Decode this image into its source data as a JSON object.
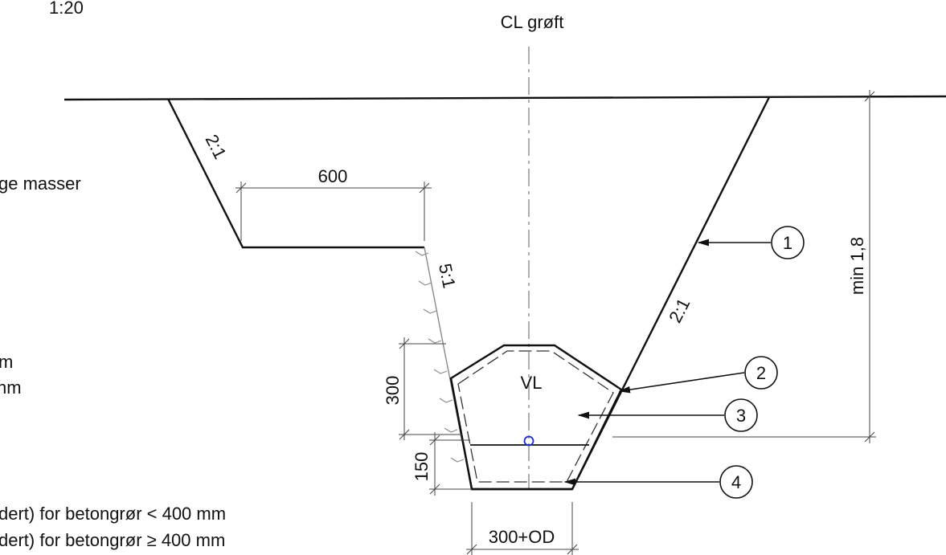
{
  "scale": "1:20",
  "centerline_label": "CL grøft",
  "slopes": {
    "left_upper": "2:1",
    "left_lower": "5:1",
    "right": "2:1"
  },
  "dimensions": {
    "bench_width": "600",
    "bed_height": "300",
    "bottom_layer": "150",
    "trench_bottom_width": "300+OD",
    "depth": "min 1,8"
  },
  "pipe_label": "VL",
  "callouts": [
    "1",
    "2",
    "3",
    "4"
  ],
  "left_notes": {
    "masser": "ge masser",
    "note_m": "m",
    "note_mm": "nm",
    "betong_small": "dert) for betongrør < 400 mm",
    "betong_large": "dert) for betongrør ≥ 400 mm"
  },
  "colors": {
    "pipe_marker": "#1a2bd6"
  }
}
